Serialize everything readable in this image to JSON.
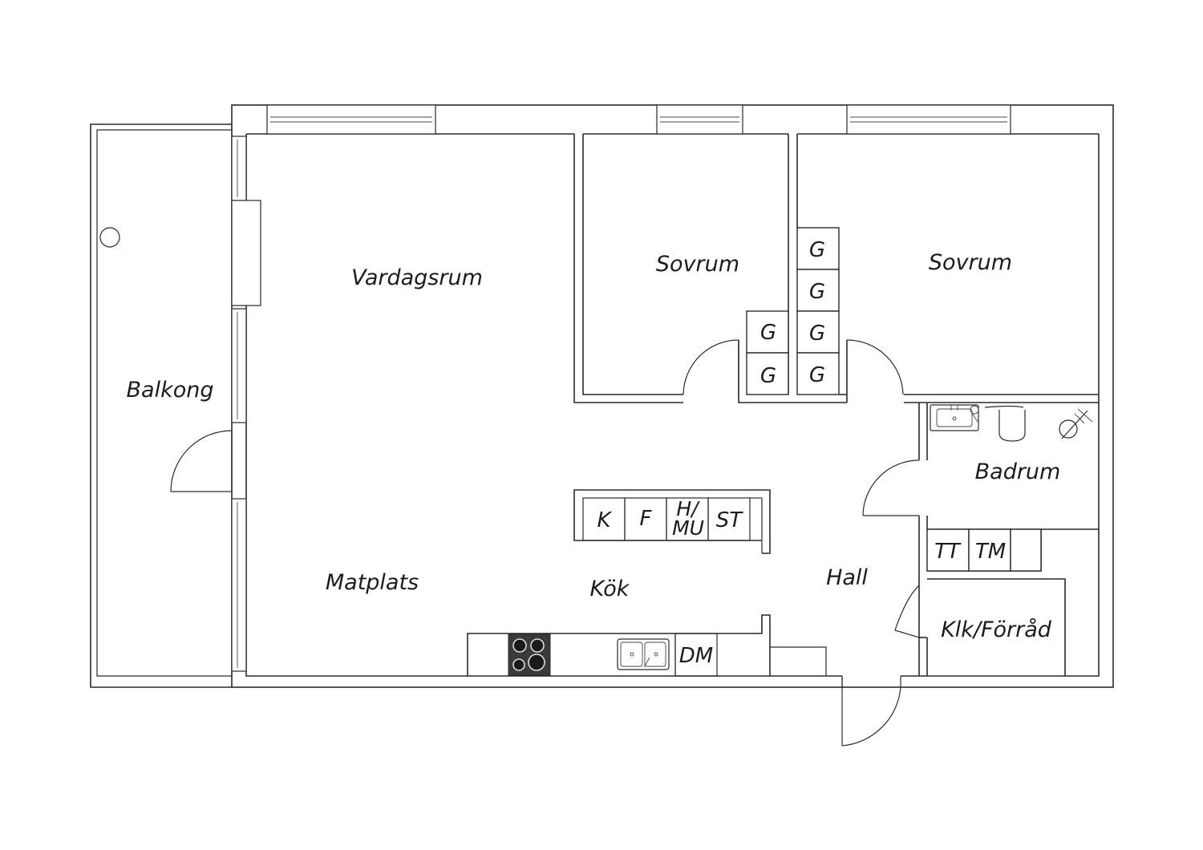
{
  "rooms": {
    "balkong": "Balkong",
    "vardagsrum": "Vardagsrum",
    "sovrum_1": "Sovrum",
    "sovrum_2": "Sovrum",
    "badrum": "Badrum",
    "matplats": "Matplats",
    "kok": "Kök",
    "hall": "Hall",
    "klk_forrad": "Klk/Förråd"
  },
  "fixtures": {
    "wardrobes_bedroom_1": [
      "G",
      "G"
    ],
    "wardrobes_bedroom_2": [
      "G",
      "G",
      "G",
      "G"
    ],
    "kitchen_island": [
      "K",
      "F",
      "H/",
      "MU",
      "ST"
    ],
    "laundry": [
      "TT",
      "TM"
    ],
    "dishwasher": "DM"
  },
  "icons": [
    "hob-icon",
    "double-sink-icon",
    "washbasin-icon",
    "toilet-icon",
    "shower-icon",
    "drain-icon"
  ],
  "colors": {
    "line": "#2a2a2a",
    "hob": "#3a3a3a",
    "background": "#ffffff"
  }
}
